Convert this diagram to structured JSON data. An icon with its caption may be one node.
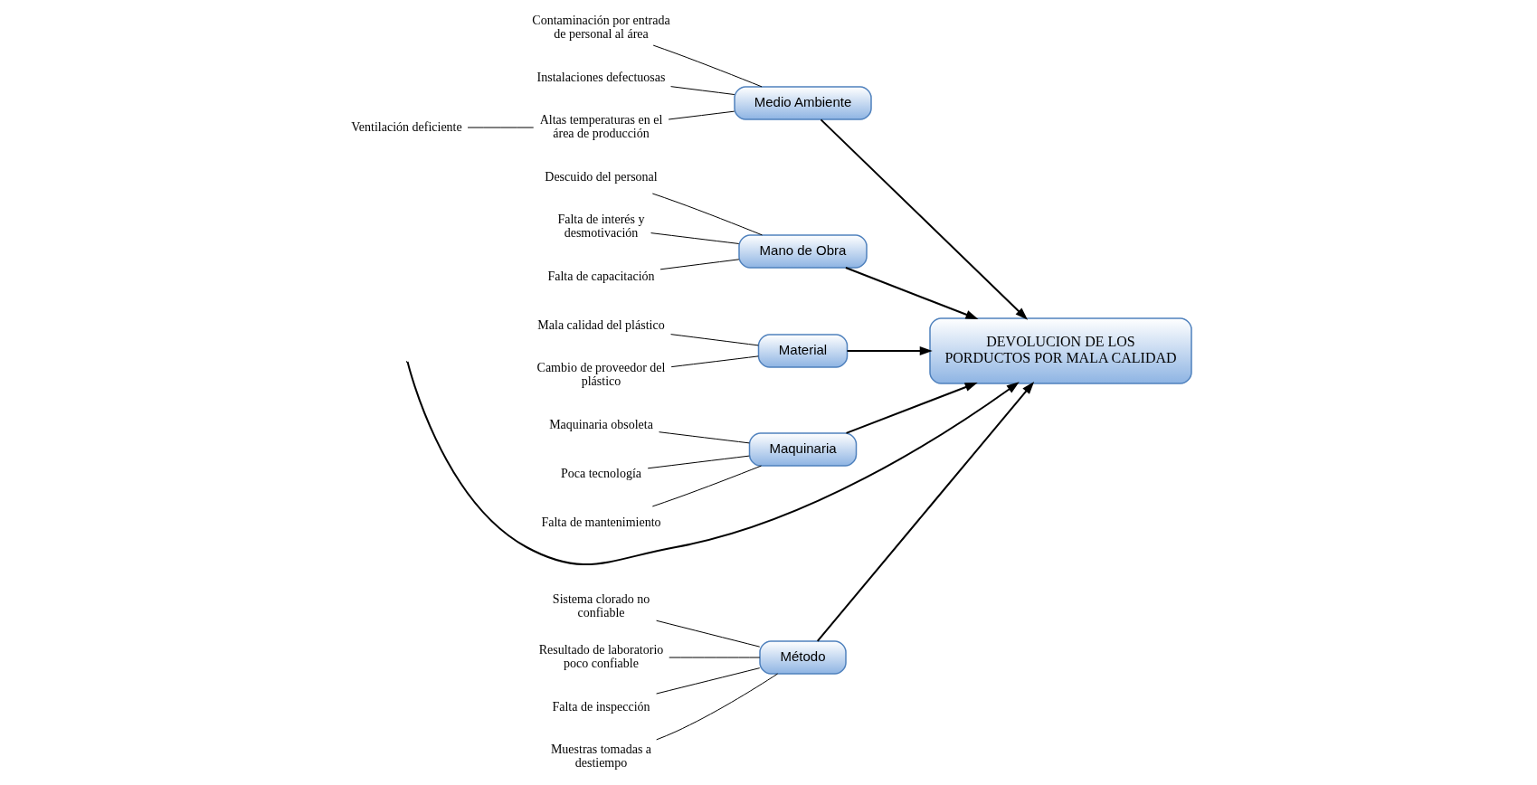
{
  "diagram": {
    "nodes": [
      {
        "text": [
          "Método"
        ]
      },
      {
        "text": [
          "Medio Ambiente"
        ]
      },
      {
        "text": [
          "Mano de Obra"
        ]
      },
      {
        "text": [
          "DEVOLUCION DE LOS PORDUCTOS POR MALA CALIDAD"
        ]
      },
      {
        "text": [
          "Material"
        ]
      },
      {
        "text": [
          "Maquinaria"
        ]
      },
      {
        "text": [
          "Sistema clorado no confiable"
        ]
      },
      {
        "text": [
          "Resultado de laboratorio poco confiable"
        ]
      },
      {
        "text": [
          "Falta de inspección"
        ]
      },
      {
        "text": [
          "Muestras tomadas a destiempo"
        ]
      },
      {
        "text": [
          "Contaminación por entrada de personal al área"
        ]
      },
      {
        "text": [
          "Instalaciones defectuosas"
        ]
      },
      {
        "text": [
          "Altas temperaturas en el área de producción"
        ]
      },
      {
        "text": [
          "Ventilación deficiente"
        ]
      },
      {
        "text": [
          "Descuido del personal"
        ]
      },
      {
        "text": [
          "Falta de interés y desmotivación"
        ]
      },
      {
        "text": [
          "Falta de capacitación"
        ]
      },
      {
        "text": [
          "Mala calidad del plástico"
        ]
      },
      {
        "text": [
          "Cambio de proveedor del plástico"
        ]
      },
      {
        "text": [
          "Maquinaria obsoleta"
        ]
      },
      {
        "text": [
          "Poca tecnología"
        ]
      },
      {
        "text": [
          "Falta de mantenimiento"
        ]
      }
    ],
    "edges": [
      {
        "from": null,
        "to": 3,
        "arrow": "to"
      },
      {
        "from": 0,
        "to": 3,
        "arrow": "to"
      },
      {
        "from": 1,
        "to": 3,
        "arrow": "to"
      },
      {
        "from": 2,
        "to": 3,
        "arrow": "to"
      },
      {
        "from": 4,
        "to": 3,
        "arrow": "to"
      },
      {
        "from": 5,
        "to": 3,
        "arrow": "to"
      },
      {
        "from": 6,
        "to": 0,
        "arrow": "none"
      },
      {
        "from": 7,
        "to": 0,
        "arrow": "none"
      },
      {
        "from": 8,
        "to": 0,
        "arrow": "none"
      },
      {
        "from": 9,
        "to": 0,
        "arrow": "none"
      },
      {
        "from": 10,
        "to": 1,
        "arrow": "none"
      },
      {
        "from": 11,
        "to": 1,
        "arrow": "none"
      },
      {
        "from": 12,
        "to": 1,
        "arrow": "none"
      },
      {
        "from": 13,
        "to": 12,
        "arrow": "none"
      },
      {
        "from": 14,
        "to": 2,
        "arrow": "none"
      },
      {
        "from": 15,
        "to": 2,
        "arrow": "none"
      },
      {
        "from": 16,
        "to": 2,
        "arrow": "none"
      },
      {
        "from": 17,
        "to": 4,
        "arrow": "none"
      },
      {
        "from": 18,
        "to": 4,
        "arrow": "none"
      },
      {
        "from": 19,
        "to": 5,
        "arrow": "none"
      },
      {
        "from": 20,
        "to": 5,
        "arrow": "none"
      },
      {
        "from": 21,
        "to": 5,
        "arrow": "none"
      }
    ]
  }
}
